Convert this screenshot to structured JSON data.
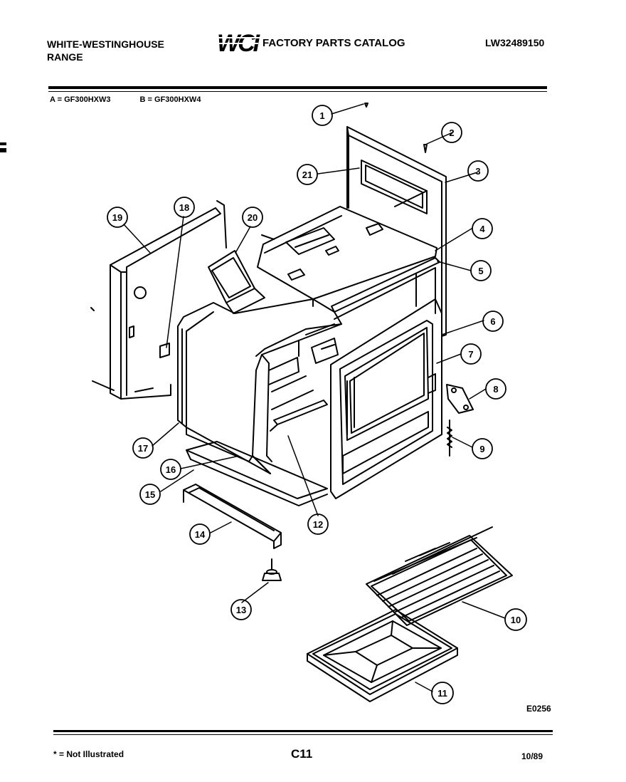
{
  "header": {
    "brand_line1": "WHITE-WESTINGHOUSE",
    "brand_line2": "RANGE",
    "logo_text": "WCI",
    "catalog_title": "FACTORY PARTS CATALOG",
    "document_number": "LW32489150"
  },
  "models": {
    "a": "A = GF300HXW3",
    "b": "B = GF300HXW4"
  },
  "callouts": [
    "1",
    "2",
    "3",
    "4",
    "5",
    "6",
    "7",
    "8",
    "9",
    "10",
    "11",
    "12",
    "13",
    "14",
    "15",
    "16",
    "17",
    "18",
    "19",
    "20",
    "21"
  ],
  "image_code": "E0256",
  "footer": {
    "note": "* = Not Illustrated",
    "page": "C11",
    "date": "10/89"
  }
}
